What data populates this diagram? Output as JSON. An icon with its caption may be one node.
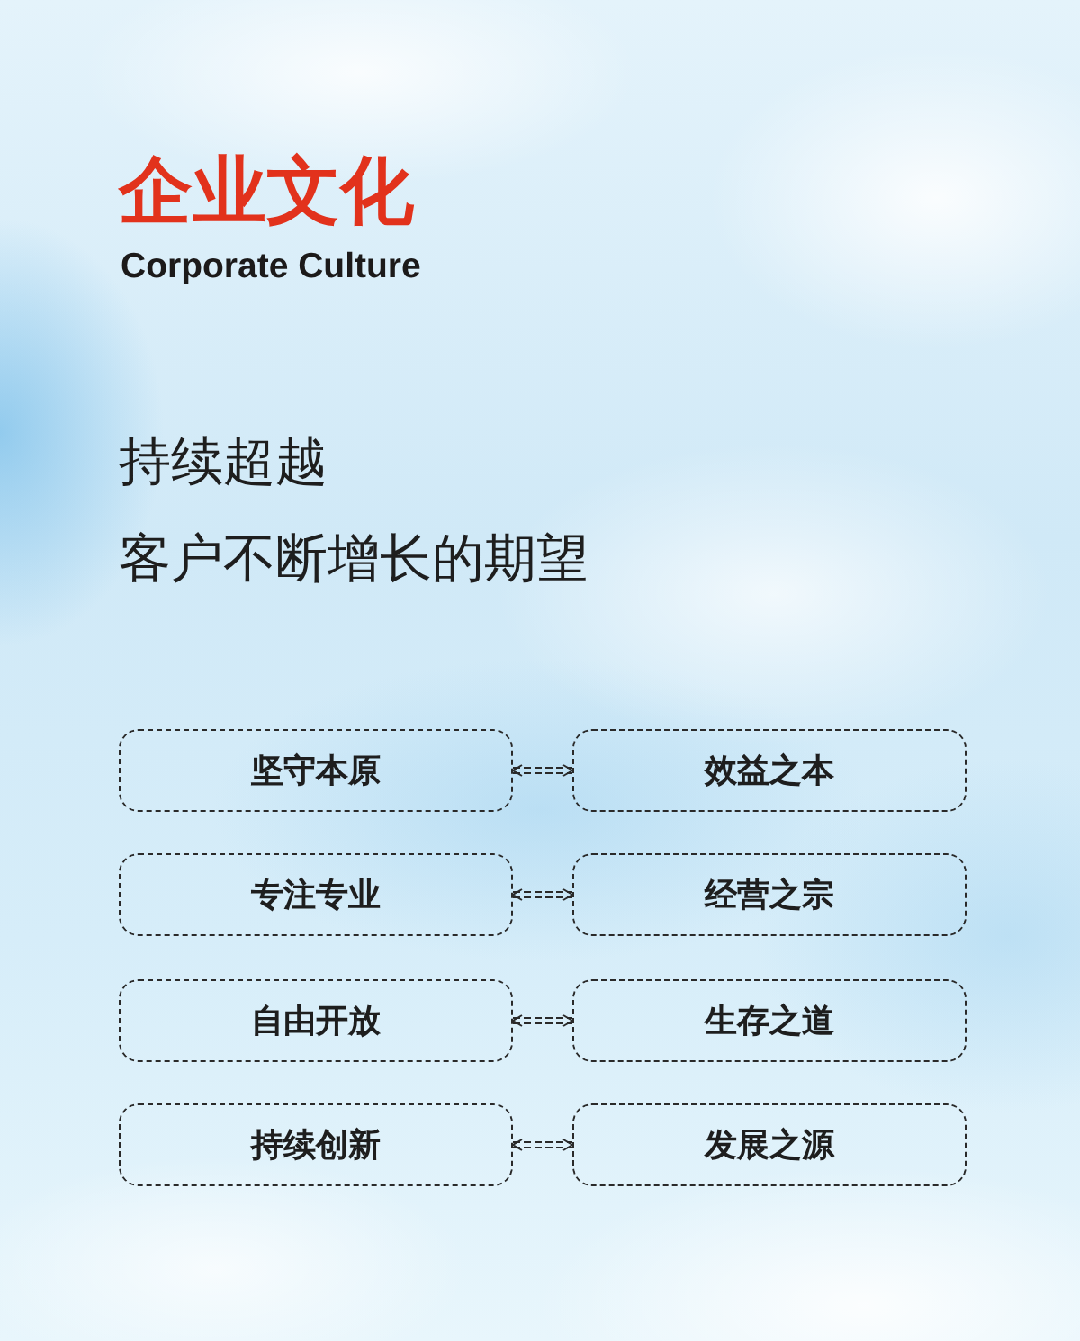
{
  "diagram": {
    "title": "企业文化",
    "nodes": [
      {
        "text": [
          "坚守本原"
        ]
      },
      {
        "text": [
          "效益之本"
        ]
      },
      {
        "text": [
          "专注专业"
        ]
      },
      {
        "text": [
          "经营之宗"
        ]
      },
      {
        "text": [
          "自由开放"
        ]
      },
      {
        "text": [
          "生存之道"
        ]
      },
      {
        "text": [
          "持续创新"
        ]
      },
      {
        "text": [
          "发展之源"
        ]
      }
    ],
    "edges": [
      {
        "from": 0,
        "to": 1,
        "arrow": "both",
        "style": "dashed"
      },
      {
        "from": 2,
        "to": 3,
        "arrow": "both",
        "style": "dashed"
      },
      {
        "from": 4,
        "to": 5,
        "arrow": "both",
        "style": "dashed"
      },
      {
        "from": 6,
        "to": 7,
        "arrow": "both",
        "style": "dashed"
      }
    ],
    "labels": [
      "Corporate Culture",
      "持续超越",
      "客户不断增长的期望"
    ]
  }
}
